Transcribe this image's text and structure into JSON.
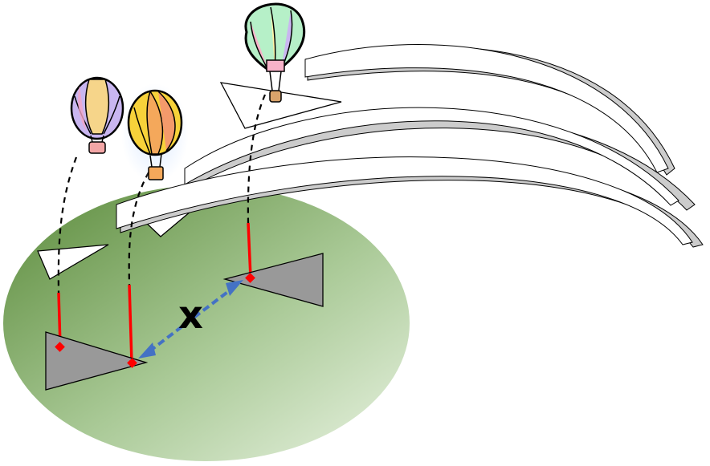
{
  "diagram": {
    "distance_label": "x",
    "ground_gradient": [
      "#5f8f3f",
      "#e4f0dc"
    ],
    "triangle_fill": "#999999",
    "offset_line_color": "#ff0000",
    "distance_arrow_color": "#4472c4",
    "arrow_band_fill": "#cccccc",
    "balloons": [
      {
        "name": "balloon-left",
        "colors": [
          "#c9b6f0",
          "#f6d58a",
          "#f3a6c8"
        ]
      },
      {
        "name": "balloon-middle",
        "colors": [
          "#f7d23a",
          "#f4a85b",
          "#f6e27a"
        ]
      },
      {
        "name": "balloon-top",
        "colors": [
          "#f7b2c9",
          "#b6f0c8",
          "#fff3a6",
          "#c9b6f0"
        ]
      }
    ]
  }
}
